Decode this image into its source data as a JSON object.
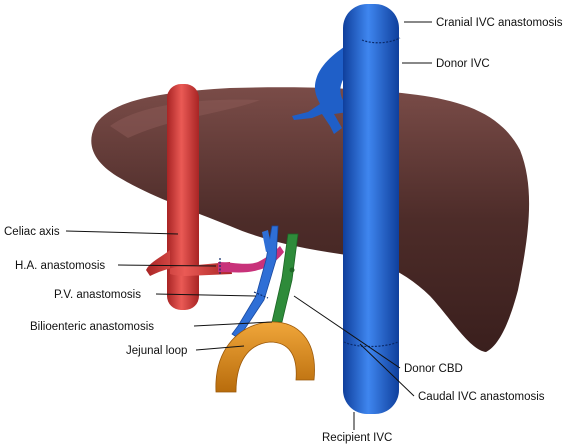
{
  "labels": {
    "cranial_ivc_anastomosis": "Cranial IVC anastomosis",
    "donor_ivc": "Donor IVC",
    "celiac_axis": "Celiac axis",
    "ha_anastomosis": "H.A. anastomosis",
    "pv_anastomosis": "P.V. anastomosis",
    "bilioenteric_anastomosis": "Bilioenteric anastomosis",
    "jejunal_loop": "Jejunal loop",
    "donor_cbd": "Donor CBD",
    "caudal_ivc_anastomosis": "Caudal IVC anastomosis",
    "recipient_ivc": "Recipient IVC"
  },
  "colors": {
    "liver": "#4a2a27",
    "liver_highlight": "#7a4c48",
    "ivc": "#1a5fd0",
    "ivc_highlight": "#4d8af0",
    "celiac": "#d63a3a",
    "hepatic_artery": "#c8327a",
    "portal_vein": "#2f6fd6",
    "bile_duct": "#2e8b3a",
    "jejunum": "#d98a1a"
  }
}
